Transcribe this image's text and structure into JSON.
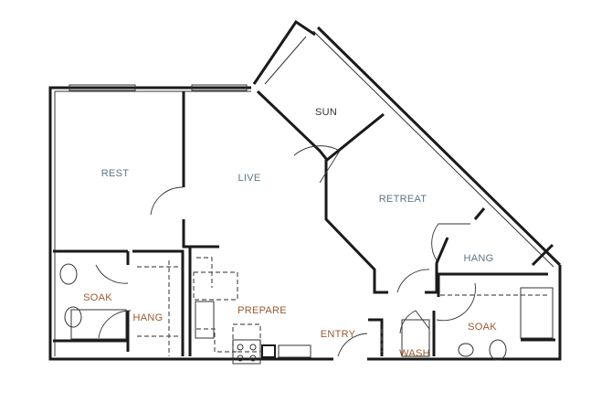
{
  "rooms": {
    "sun": "SUN",
    "rest": "REST",
    "live": "LIVE",
    "retreat": "RETREAT",
    "hang_right": "HANG",
    "soak_left": "SOAK",
    "hang_left": "HANG",
    "prepare": "PREPARE",
    "entry": "ENTRY",
    "wash": "WASH",
    "soak_right": "SOAK"
  },
  "colors": {
    "bedroom_label": "#5d7686",
    "service_label": "#9a5a2e",
    "wall": "#1a1a1a"
  }
}
